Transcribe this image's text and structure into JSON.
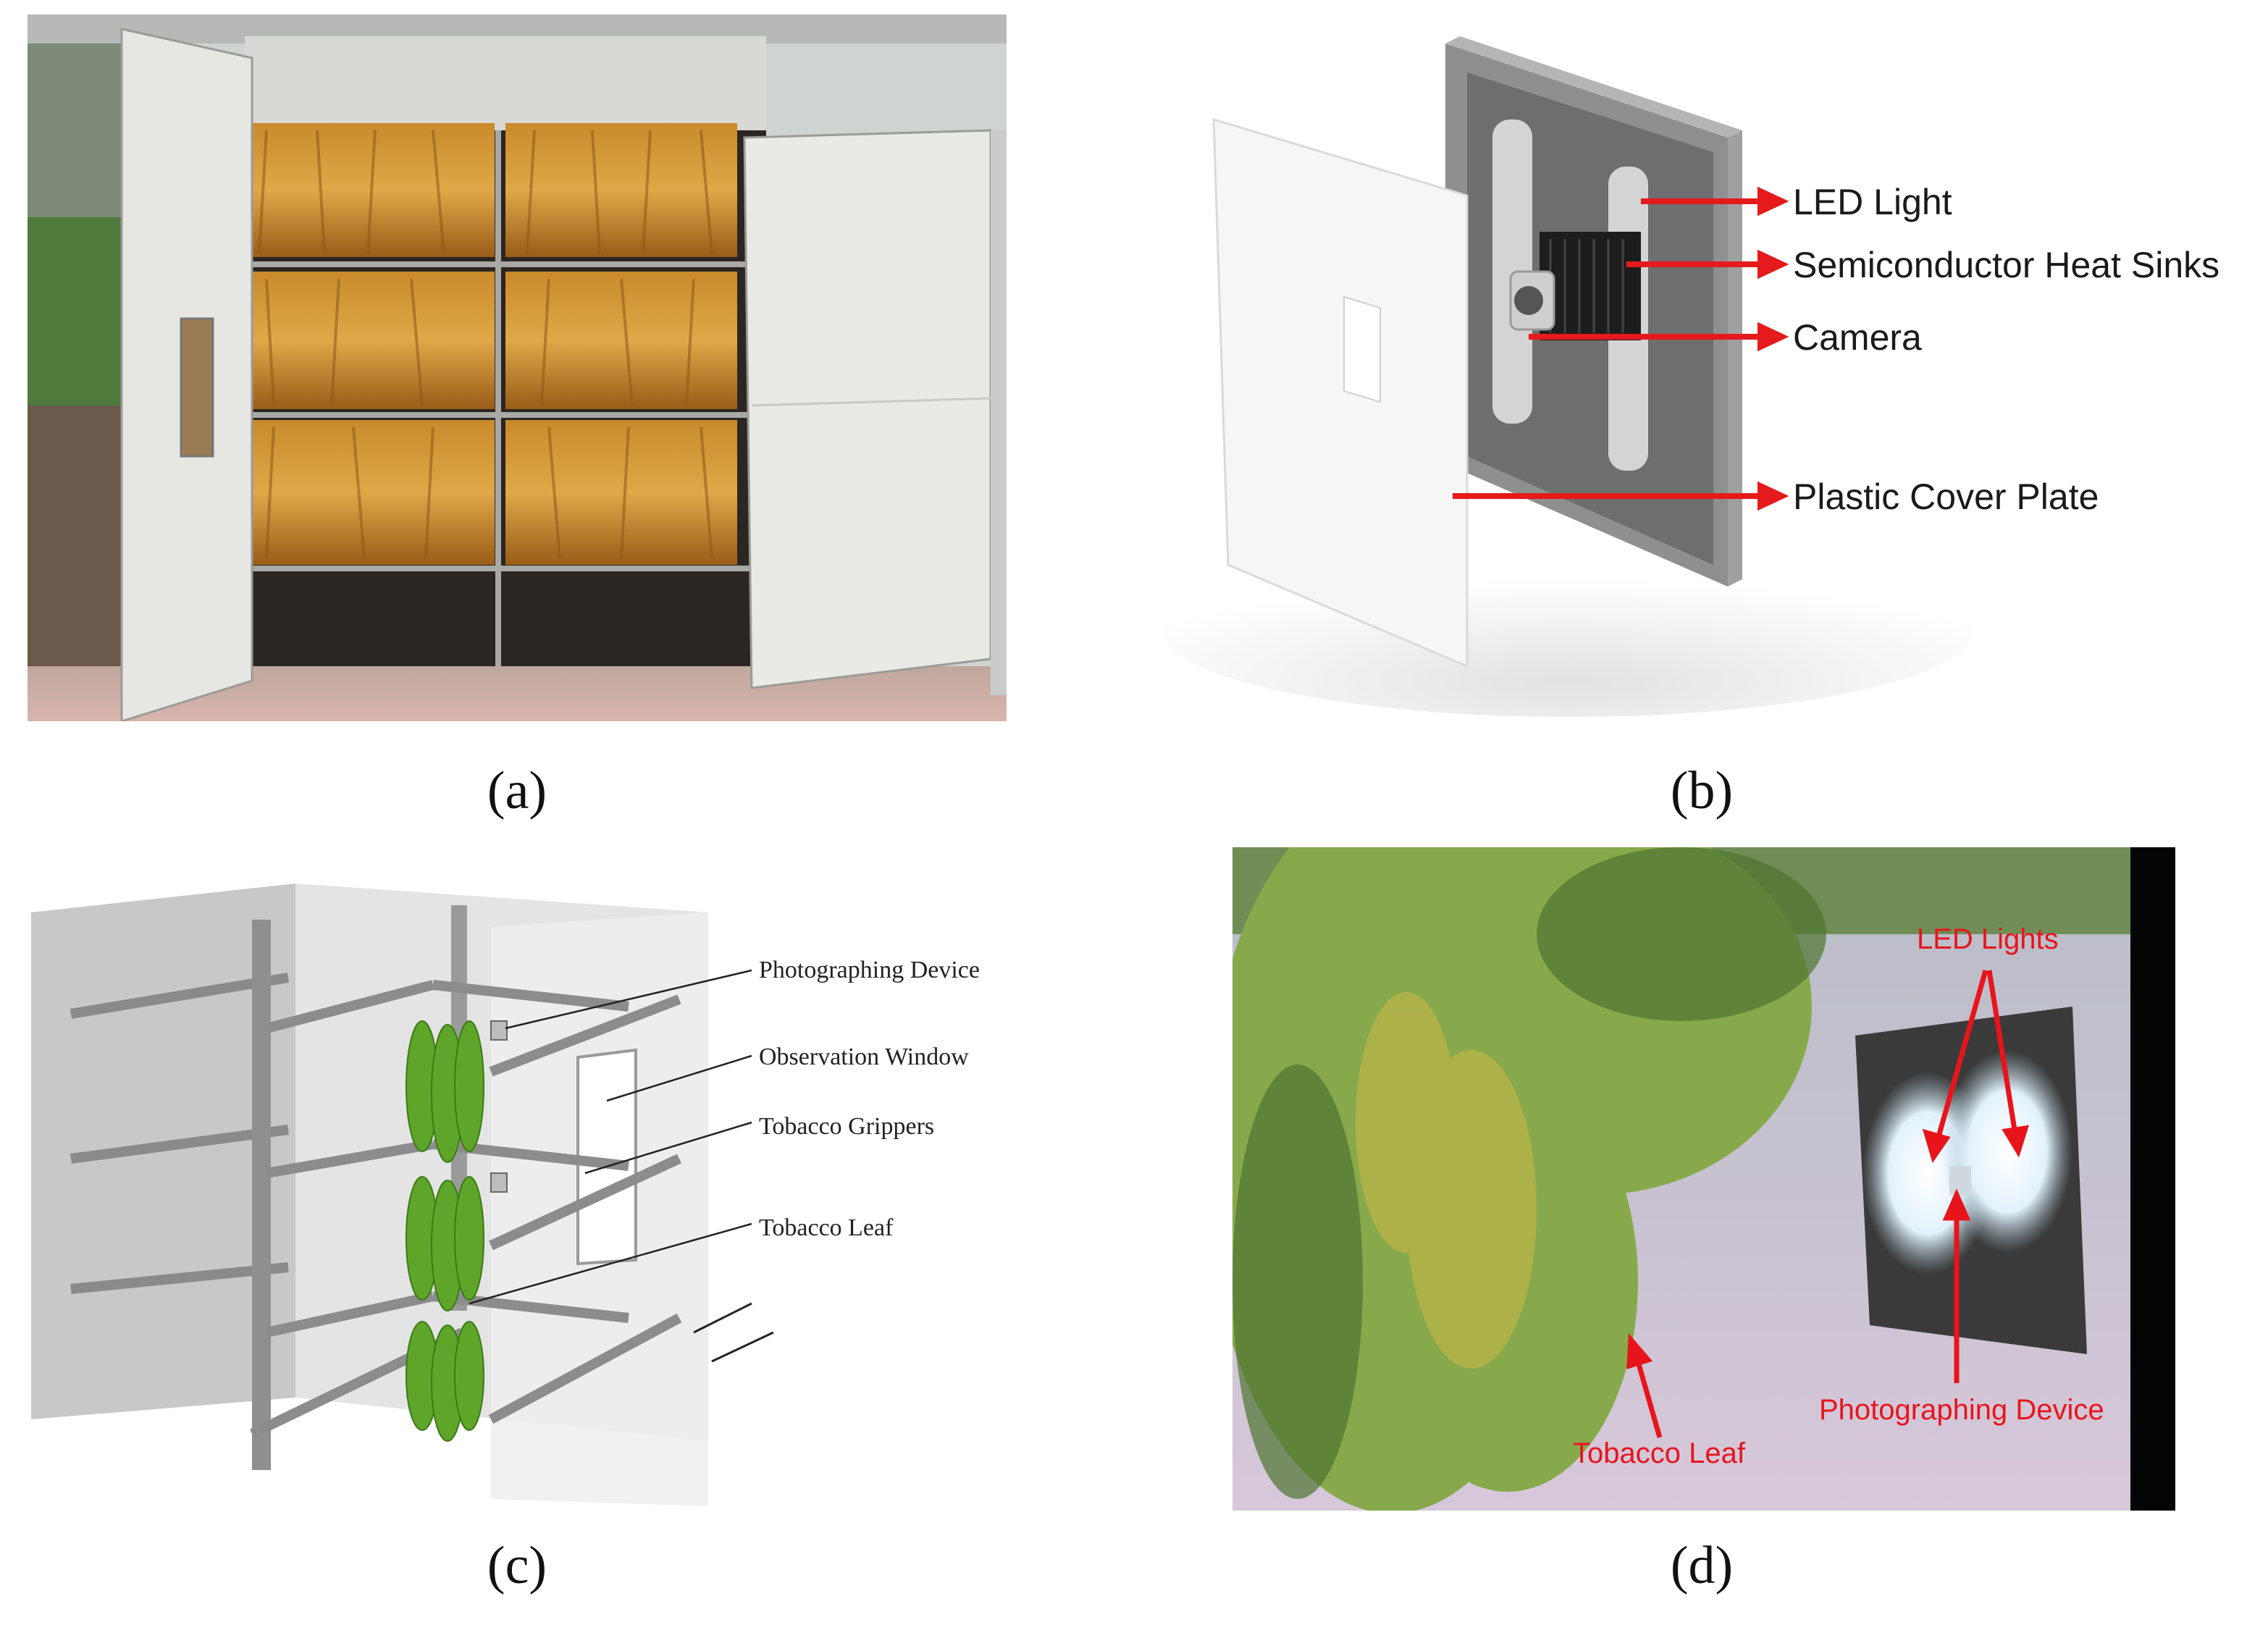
{
  "captions": {
    "a": "(a)",
    "b": "(b)",
    "c": "(c)",
    "d": "(d)"
  },
  "panel_b": {
    "labels": {
      "led_light": "LED Light",
      "heat_sinks": "Semiconductor Heat Sinks",
      "camera": "Camera",
      "cover_plate": "Plastic Cover Plate"
    },
    "arrow_color": "#e41a1c"
  },
  "panel_c": {
    "labels": {
      "photographing_device": "Photographing Device",
      "observation_window": "Observation Window",
      "tobacco_grippers": "Tobacco Grippers",
      "tobacco_leaf": "Tobacco Leaf"
    }
  },
  "panel_d": {
    "labels": {
      "led_lights": "LED Lights",
      "photographing_device": "Photographing Device",
      "tobacco_leaf": "Tobacco Leaf"
    },
    "label_color": "#e8141c"
  },
  "icons": [
    "curing-barn-photo",
    "device-exploded-render",
    "barn-interior-diagram",
    "barn-interior-photo"
  ]
}
